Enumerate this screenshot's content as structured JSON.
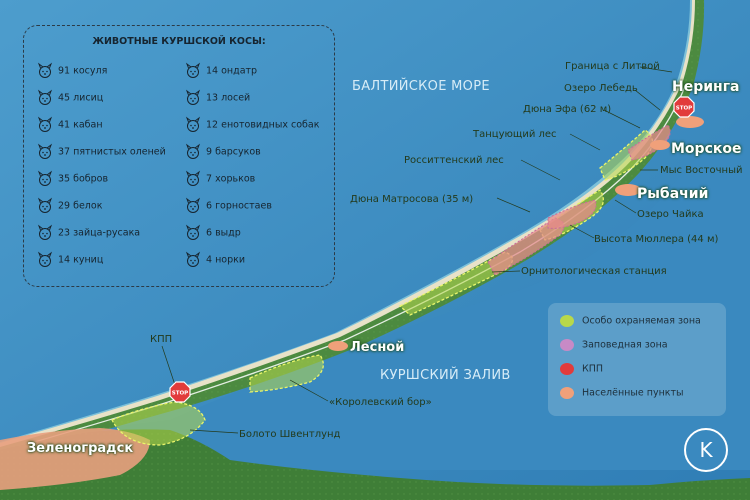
{
  "animals": {
    "title": "ЖИВОТНЫЕ КУРШСКОЙ КОСЫ:",
    "left": [
      {
        "text": "91 косуля",
        "icon": "roe-deer-icon"
      },
      {
        "text": "45 лисиц",
        "icon": "fox-icon"
      },
      {
        "text": "41 кабан",
        "icon": "boar-icon"
      },
      {
        "text": "37 пятнистых оленей",
        "icon": "spotted-deer-icon"
      },
      {
        "text": "35 бобров",
        "icon": "beaver-icon"
      },
      {
        "text": "29 белок",
        "icon": "squirrel-icon"
      },
      {
        "text": "23 зайца-русака",
        "icon": "hare-icon"
      },
      {
        "text": "14 куниц",
        "icon": "marten-icon"
      }
    ],
    "right": [
      {
        "text": "14 ондатр",
        "icon": "muskrat-icon"
      },
      {
        "text": "13 лосей",
        "icon": "moose-icon"
      },
      {
        "text": "12 енотовидных собак",
        "icon": "raccoon-dog-icon"
      },
      {
        "text": "9 барсуков",
        "icon": "badger-icon"
      },
      {
        "text": "7 хорьков",
        "icon": "ferret-icon"
      },
      {
        "text": "6 горностаев",
        "icon": "ermine-icon"
      },
      {
        "text": "6 выдр",
        "icon": "otter-icon"
      },
      {
        "text": "4 норки",
        "icon": "mink-icon"
      }
    ]
  },
  "water": {
    "baltic": "БАЛТИЙСКОЕ МОРЕ",
    "lagoon": "КУРШСКИЙ ЗАЛИВ"
  },
  "towns": {
    "neringa": "Неринга",
    "morskoe": "Морское",
    "rybachy": "Рыбачий",
    "lesnoy": "Лесной",
    "zelenogradsk": "Зеленоградск"
  },
  "places": {
    "lithuania_border": "Граница с Литвой",
    "lake_lebed": "Озеро Лебедь",
    "dune_efa": "Дюна Эфа (62 м)",
    "dancing_forest": "Танцующий лес",
    "rossitten_forest": "Росситтенский лес",
    "matrosov_dune": "Дюна Матросова (35 м)",
    "cape_vostochny": "Мыс Восточный",
    "lake_chayka": "Озеро Чайка",
    "muller_height": "Высота Мюллера (44 м)",
    "ornithological_station": "Орнитологическая станция",
    "kpp": "КПП",
    "royal_forest": "«Королевский бор»",
    "shventlund_bog": "Болото Швентлунд"
  },
  "stop_sign_text": "STOP",
  "legend": {
    "items": [
      {
        "label": "Особо охраняемая зона",
        "color": "#b8d84a"
      },
      {
        "label": "Заповедная зона",
        "color": "#c88ac6"
      },
      {
        "label": "КПП",
        "color": "#e23b3b"
      },
      {
        "label": "Населённые пункты",
        "color": "#f0a07a"
      }
    ]
  },
  "logo": {
    "letter": "K"
  },
  "colors": {
    "sea": "#3f8fc2",
    "land": "#3c7a3a",
    "protected_zone": "#b8d84a",
    "reserve_zone": "#c88ac6",
    "settlements": "#f0a07a",
    "stop": "#e23b3b"
  }
}
